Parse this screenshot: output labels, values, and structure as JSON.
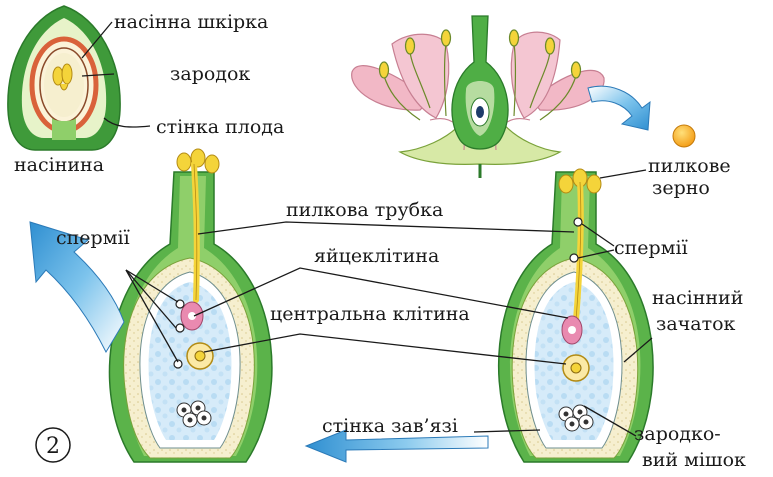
{
  "labels": {
    "seed_coat": "насінна шкірка",
    "embryo": "зародок",
    "fruit_wall": "стінка плода",
    "seed": "насінина",
    "pollen_grain_1": "пилкове",
    "pollen_grain_2": "зерно",
    "pollen_tube": "пилкова трубка",
    "sperms_left": "спермії",
    "sperms_right": "спермії",
    "egg_cell": "яйцеклітина",
    "central_cell": "центральна клітина",
    "ovule_1": "насінний",
    "ovule_2": "зачаток",
    "ovary_wall": "стінка зав’язі",
    "embryo_sac_1": "зародко-",
    "embryo_sac_2": "вий мішок",
    "figure_number": "2"
  },
  "colors": {
    "green_dark": "#3f9a3a",
    "green_light": "#8fcf6a",
    "cream": "#f6efcf",
    "sac_blue": "#cfe6f7",
    "pollen_yellow": "#f4d43a",
    "pollen_orange": "#f3a21a",
    "arrow_blue": "#3d9ad6",
    "petal_pink": "#f2b8c6",
    "egg_pink": "#e98ab0",
    "seed_coat_red": "#d9623a"
  }
}
